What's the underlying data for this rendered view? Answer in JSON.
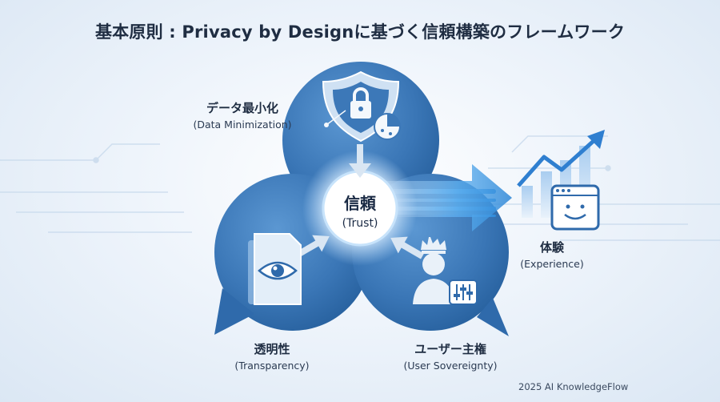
{
  "title": "基本原則 : Privacy by Designに基づく信頼構築のフレームワーク",
  "center": {
    "label": "信頼",
    "sublabel": "(Trust)"
  },
  "nodes": {
    "data_min": {
      "label": "データ最小化",
      "sublabel": "(Data Minimization)",
      "icon": "shield-lock-icon"
    },
    "transparency": {
      "label": "透明性",
      "sublabel": "(Transparency)",
      "icon": "eye-document-icon"
    },
    "sovereignty": {
      "label": "ユーザー主権",
      "sublabel": "(User Sovereignty)",
      "icon": "crowned-user-sliders-icon"
    },
    "experience": {
      "label": "体験",
      "sublabel": "(Experience)",
      "icon": "growth-chart-smile-icon"
    }
  },
  "credit": "2025 AI KnowledgeFlow",
  "colors": {
    "primary": "#3f7fbf",
    "dark": "#1f5d9c",
    "accent": "#4aa3e8"
  }
}
